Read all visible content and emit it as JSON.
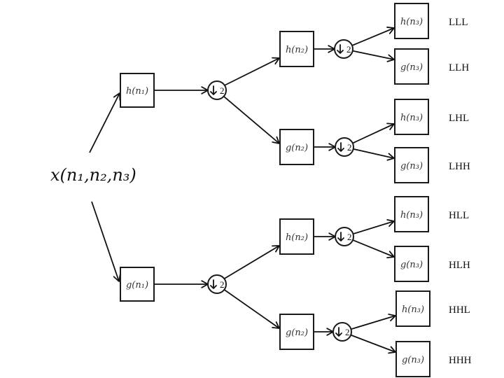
{
  "input_signal": "x(n₁,n₂,n₃)",
  "downsample_label": "2",
  "nodes": {
    "level1": [
      {
        "id": "L",
        "filter": "h(n₁)"
      },
      {
        "id": "H",
        "filter": "g(n₁)"
      }
    ],
    "level2": [
      {
        "id": "LL",
        "filter": "h(n₂)"
      },
      {
        "id": "LH",
        "filter": "g(n₂)"
      },
      {
        "id": "HL",
        "filter": "h(n₂)"
      },
      {
        "id": "HH",
        "filter": "g(n₂)"
      }
    ],
    "level3": [
      {
        "id": "LLL",
        "filter": "h(n₃)",
        "output": "LLL"
      },
      {
        "id": "LLH",
        "filter": "g(n₃)",
        "output": "LLH"
      },
      {
        "id": "LHL",
        "filter": "h(n₃)",
        "output": "LHL"
      },
      {
        "id": "LHH",
        "filter": "g(n₃)",
        "output": "LHH"
      },
      {
        "id": "HLL",
        "filter": "h(n₃)",
        "output": "HLL"
      },
      {
        "id": "HLH",
        "filter": "g(n₃)",
        "output": "HLH"
      },
      {
        "id": "HHL",
        "filter": "h(n₃)",
        "output": "HHL"
      },
      {
        "id": "HHH",
        "filter": "g(n₃)",
        "output": "HHH"
      }
    ]
  }
}
